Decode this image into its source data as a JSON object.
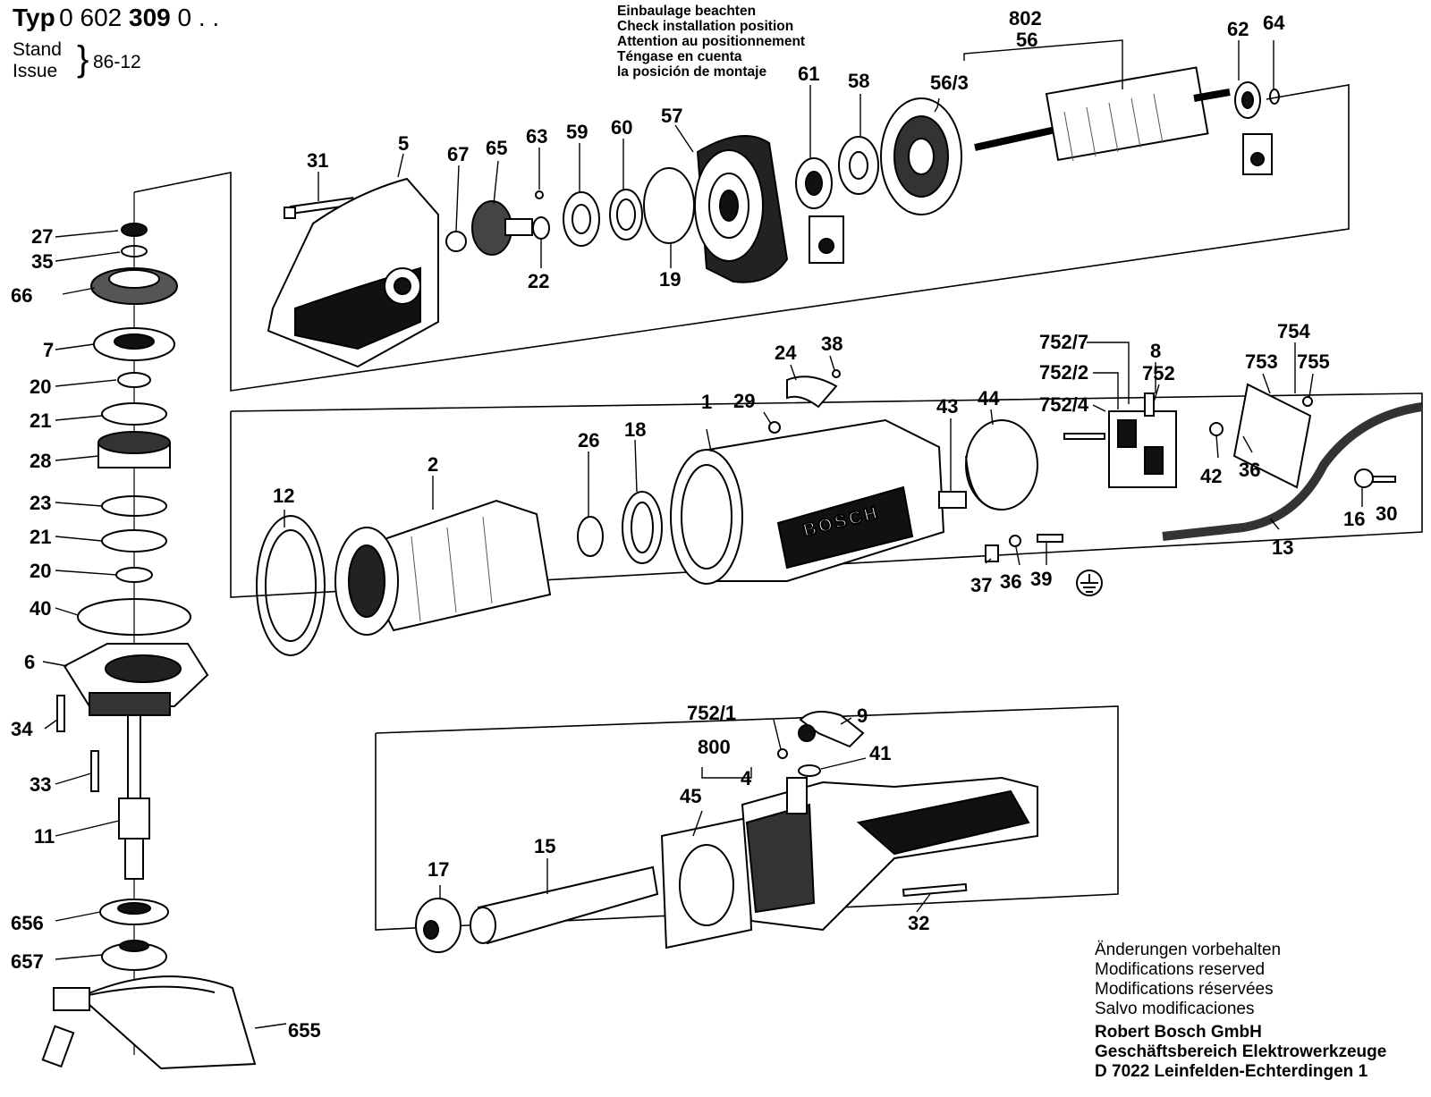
{
  "header": {
    "typ_label": "Typ",
    "typ_number_a": "0 602",
    "typ_number_b": "309",
    "typ_number_c": "0 . .",
    "stand_label": "Stand",
    "issue_label": "Issue",
    "issue_date": "86-12"
  },
  "notice": {
    "lines": [
      "Einbaulage beachten",
      "Check installation position",
      "Attention au positionnement",
      "Téngase en cuenta",
      "la posición de montaje"
    ]
  },
  "modifications": {
    "lines": [
      "Änderungen vorbehalten",
      "Modifications reserved",
      "Modifications réservées",
      "Salvo modificaciones"
    ]
  },
  "company": {
    "lines": [
      "Robert Bosch GmbH",
      "Geschäftsbereich Elektrowerkzeuge",
      "D 7022 Leinfelden-Echterdingen 1"
    ]
  },
  "brand": "BOSCH",
  "part_labels": {
    "p31": "31",
    "p5": "5",
    "p67": "67",
    "p65": "65",
    "p63": "63",
    "p59": "59",
    "p60": "60",
    "p57": "57",
    "p61": "61",
    "p58": "58",
    "p563": "56/3",
    "p802": "802",
    "p56": "56",
    "p62": "62",
    "p64": "64",
    "p22": "22",
    "p19": "19",
    "p27": "27",
    "p35": "35",
    "p66": "66",
    "p7": "7",
    "p20a": "20",
    "p21a": "21",
    "p28": "28",
    "p23": "23",
    "p21b": "21",
    "p20b": "20",
    "p40": "40",
    "p6": "6",
    "p34": "34",
    "p33": "33",
    "p11": "11",
    "p656": "656",
    "p657": "657",
    "p655": "655",
    "p12": "12",
    "p2": "2",
    "p26": "26",
    "p18": "18",
    "p1": "1",
    "p29": "29",
    "p24": "24",
    "p38": "38",
    "p43": "43",
    "p44": "44",
    "p7527": "752/7",
    "p7522": "752/2",
    "p7524": "752/4",
    "p8": "8",
    "p752": "752",
    "p754": "754",
    "p753": "753",
    "p755": "755",
    "p42": "42",
    "p36a": "36",
    "p16": "16",
    "p30": "30",
    "p13": "13",
    "p37": "37",
    "p36b": "36",
    "p39": "39",
    "p7521": "752/1",
    "p9": "9",
    "p800": "800",
    "p41": "41",
    "p4": "4",
    "p45": "45",
    "p15": "15",
    "p17": "17",
    "p32": "32"
  }
}
